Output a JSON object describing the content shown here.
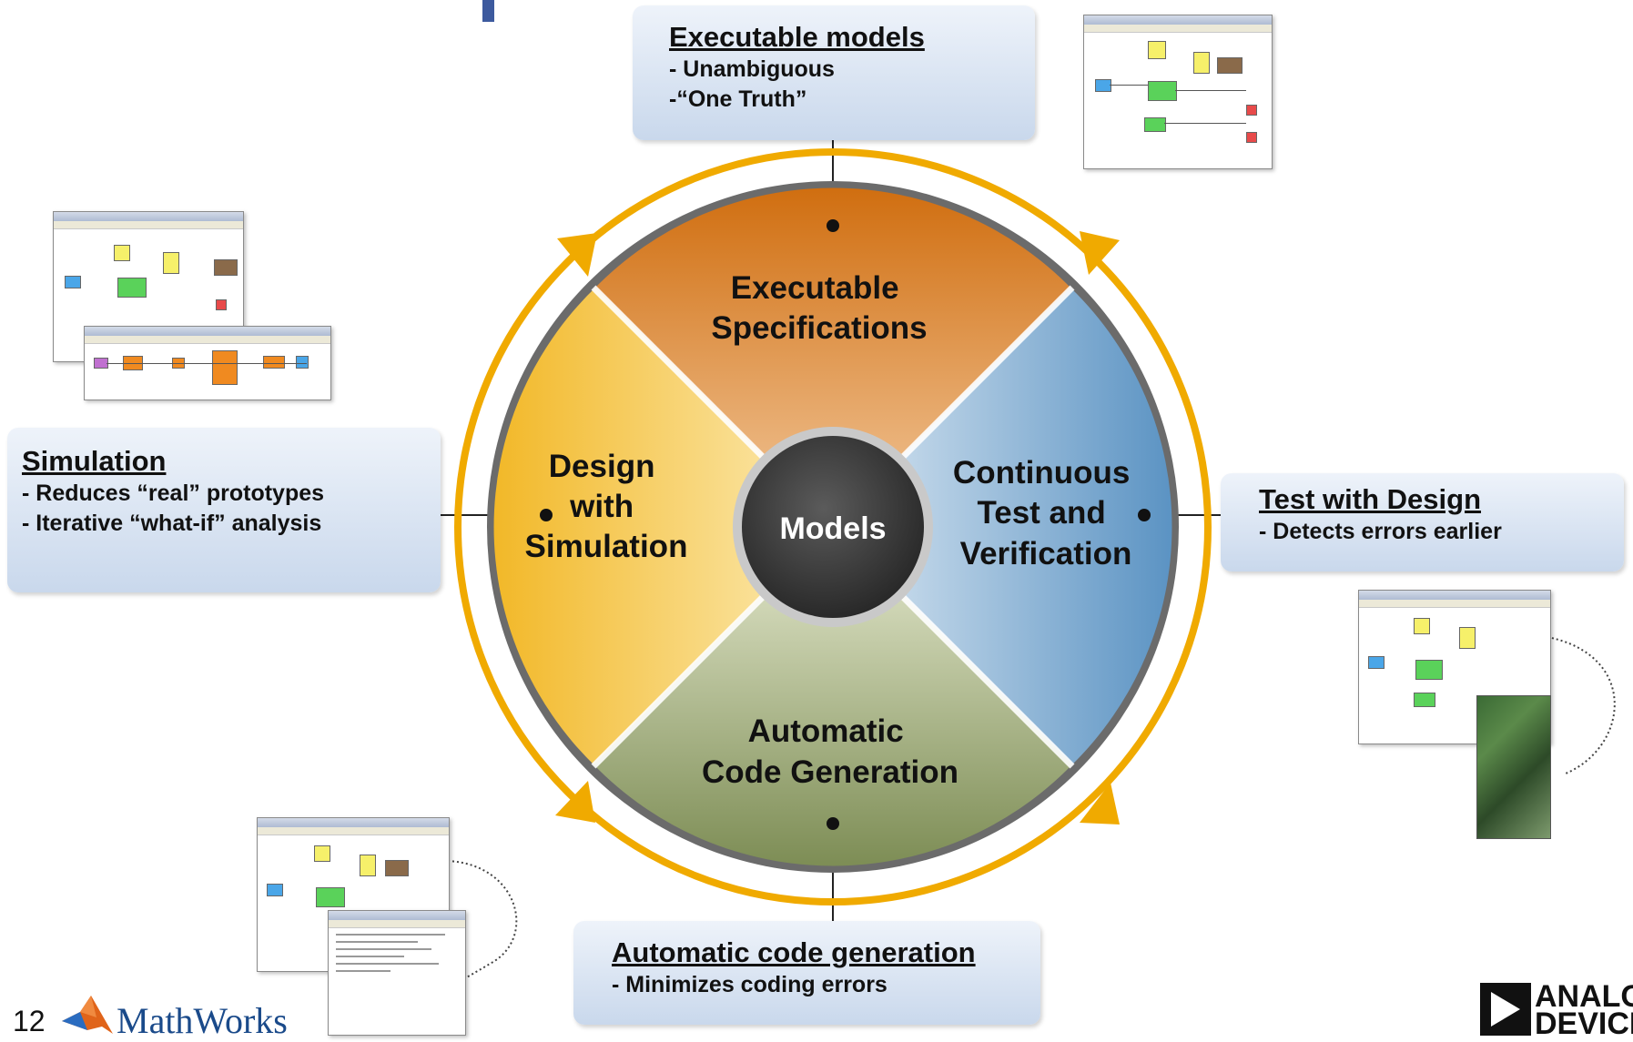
{
  "page_number": "12",
  "logos": {
    "mathworks": "MathWorks",
    "analog_devices": "ANALOG DEVICES"
  },
  "wheel": {
    "center": "Models",
    "top": [
      "Executable",
      "Specifications"
    ],
    "left": [
      "Design",
      "with",
      "Simulation"
    ],
    "right": [
      "Continuous",
      "Test and",
      "Verification"
    ],
    "bottom": [
      "Automatic",
      "Code Generation"
    ]
  },
  "callouts": {
    "executable_models": {
      "title": "Executable models",
      "lines": [
        "- Unambiguous",
        "-“One Truth”"
      ]
    },
    "simulation": {
      "title": "Simulation",
      "lines": [
        "- Reduces “real” prototypes",
        "- Iterative “what-if” analysis"
      ]
    },
    "test_with_design": {
      "title": "Test with Design",
      "lines": [
        "- Detects errors earlier"
      ]
    },
    "automatic_code_generation": {
      "title": "Automatic code generation",
      "lines": [
        "- Minimizes coding errors"
      ]
    }
  },
  "colors": {
    "ring": "#f0aa00",
    "top_segment": "#d97a1a",
    "left_segment": "#f2c23a",
    "right_segment": "#6fa0c8",
    "bottom_segment": "#8a9a60",
    "center": "#3a3a3a",
    "callout_bg": "#cfdcee",
    "mathworks_blue": "#1a4a8a"
  },
  "icons": [
    "mathworks-logo",
    "analog-devices-logo",
    "simulink-screenshot",
    "code-editor-screenshot",
    "circuit-board-photo"
  ]
}
